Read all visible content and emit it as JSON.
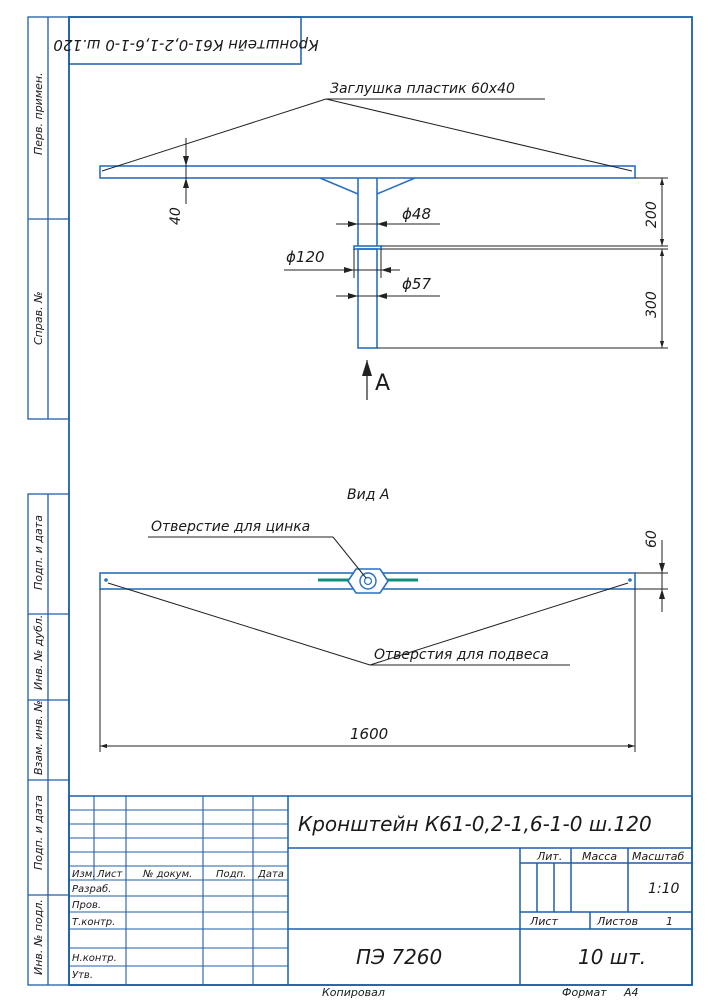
{
  "drawing": {
    "mirrored_title": "Кронштейн К61-0,2-1,6-1-0 ш.120",
    "top_view": {
      "plug_label": "Заглушка пластик 60х40",
      "dim_40": "40",
      "dim_200": "200",
      "dim_300": "300",
      "dim_d48": "ϕ48",
      "dim_d120": "ϕ120",
      "dim_d57": "ϕ57",
      "view_arrow_label": "A"
    },
    "view_a": {
      "title": "Вид А",
      "zinc_hole_label": "Отверстие для цинка",
      "hang_holes_label": "Отверстия для подвеса",
      "dim_60": "60",
      "dim_1600": "1600"
    }
  },
  "side_strips": {
    "perv_primen": "Перв. примен.",
    "sprav_no": "Справ. №",
    "podp_data_1": "Подп. и дата",
    "inv_dubl": "Инв. № дубл.",
    "vzam_inv": "Взам. инв. №",
    "podp_data_2": "Подп. и дата",
    "inv_podl": "Инв. № подл."
  },
  "title_block": {
    "name": "Кронштейн К61-0,2-1,6-1-0 ш.120",
    "code": "ПЭ 7260",
    "quantity": "10 шт.",
    "scale": "1:10",
    "sheet_count": "1",
    "headers": {
      "izm": "Изм.",
      "list": "Лист",
      "doc_no": "№ докум.",
      "podp": "Подп.",
      "data": "Дата",
      "lit": "Лит.",
      "massa": "Масса",
      "masshtab": "Масштаб",
      "list_label": "Лист",
      "listov": "Листов"
    },
    "roles": {
      "razrab": "Разраб.",
      "prov": "Пров.",
      "tkontr": "Т.контр.",
      "nkontr": "Н.контр.",
      "utv": "Утв."
    },
    "copied": "Копировал",
    "format_label": "Формат",
    "format_value": "А4"
  },
  "colors": {
    "frame": "#1f5fa8",
    "part": "#2a6fc0",
    "zinc": "#0f8f7a",
    "ink": "#1a1a1a"
  }
}
